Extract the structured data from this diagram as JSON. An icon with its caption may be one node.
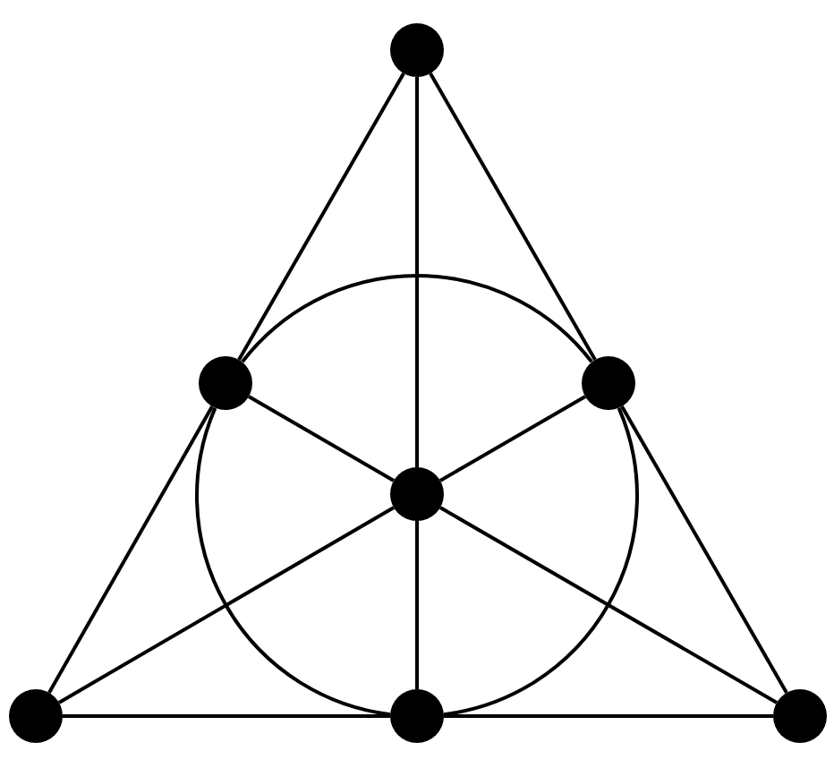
{
  "diagram": {
    "nodes": [
      {
        "text": [],
        "shape": "circle"
      },
      {
        "text": [],
        "shape": "circle"
      },
      {
        "text": [],
        "shape": "circle"
      },
      {
        "text": [],
        "shape": "circle"
      },
      {
        "text": [],
        "shape": "circle"
      },
      {
        "text": [],
        "shape": "circle"
      },
      {
        "text": [],
        "shape": "circle"
      }
    ],
    "edges": [
      {
        "from": 0,
        "to": 1,
        "arrow": "none"
      },
      {
        "from": 1,
        "to": 4,
        "arrow": "none"
      },
      {
        "from": 0,
        "to": 2,
        "arrow": "none"
      },
      {
        "from": 2,
        "to": 6,
        "arrow": "none"
      },
      {
        "from": 0,
        "to": 3,
        "arrow": "none"
      },
      {
        "from": 3,
        "to": 5,
        "arrow": "none"
      },
      {
        "from": 1,
        "to": 3,
        "arrow": "none"
      },
      {
        "from": 3,
        "to": 6,
        "arrow": "none"
      },
      {
        "from": 2,
        "to": 3,
        "arrow": "none"
      },
      {
        "from": 3,
        "to": 4,
        "arrow": "none"
      },
      {
        "from": 4,
        "to": 5,
        "arrow": "none"
      },
      {
        "from": 5,
        "to": 6,
        "arrow": "none"
      },
      {
        "from": 1,
        "to": 2,
        "arrow": "none"
      },
      {
        "from": 2,
        "to": 5,
        "arrow": "none"
      },
      {
        "from": 5,
        "to": 1,
        "arrow": "none"
      }
    ]
  }
}
